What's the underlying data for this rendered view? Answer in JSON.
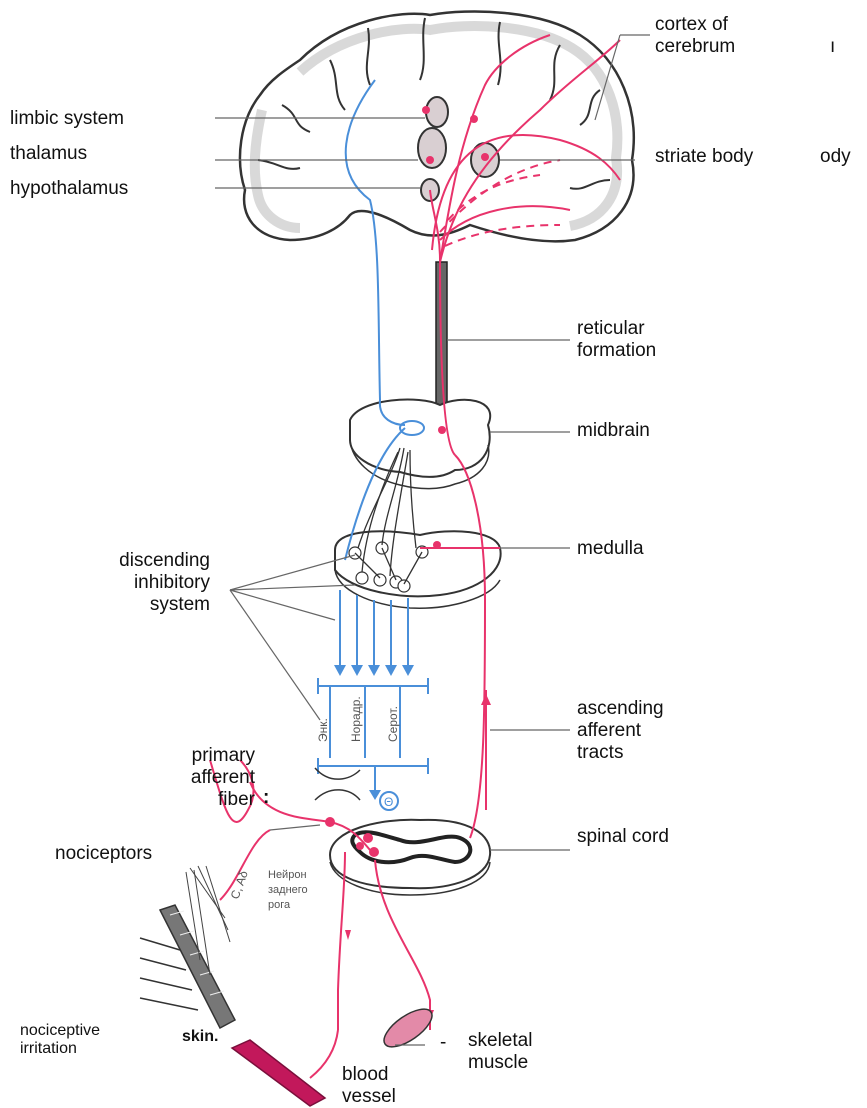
{
  "labels": {
    "cortex": "cortex of\ncerebrum",
    "cortex_stray": "ı",
    "limbic": "limbic system",
    "thalamus": "thalamus",
    "hypothalamus": "hypothalamus",
    "striate": "striate body",
    "striate_stray": "ody",
    "reticular": "reticular\nformation",
    "midbrain": "midbrain",
    "medulla": "medulla",
    "descending": "discending\ninhibitory\nsystem",
    "ascending": "ascending\nafferent\ntracts",
    "primary": "primary\nafferent\nfiber",
    "primary_mark": ":",
    "spinal": "spinal cord",
    "nociceptors": "nociceptors",
    "irritation": "nociceptive\nirritation",
    "skin": "skin.",
    "skeletal": "skeletal\nmuscle",
    "skeletal_mark": "-",
    "blood": "blood\nvessel"
  },
  "inner": {
    "enk": "Энк.",
    "norad": "Норадр.",
    "serot": "Серот.",
    "neuron": "Нейрон\nзаднего\nрога",
    "fibers": "C, Aδ",
    "inhibit": "Θ"
  },
  "colors": {
    "afferent": "#e8336b",
    "inhibitory": "#4a8fd9",
    "tissue": "#d9cfd2",
    "line": "#333333"
  }
}
